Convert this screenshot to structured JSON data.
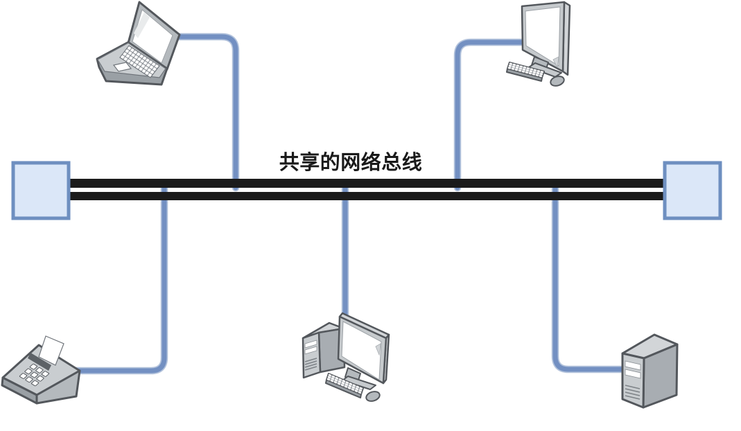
{
  "diagram": {
    "bus_label": "共享的网络总线",
    "bus": {
      "type": "shared-bus",
      "segments": 2
    },
    "terminators": [
      {
        "icon": "bus-terminator",
        "position": "left"
      },
      {
        "icon": "bus-terminator",
        "position": "right"
      }
    ],
    "nodes": [
      {
        "icon": "laptop-icon",
        "position": "top-left"
      },
      {
        "icon": "desktop-monitor-icon",
        "position": "top-right"
      },
      {
        "icon": "fax-machine-icon",
        "position": "bottom-left"
      },
      {
        "icon": "desktop-computer-icon",
        "position": "bottom-center"
      },
      {
        "icon": "server-tower-icon",
        "position": "bottom-right"
      }
    ],
    "connections": [
      "laptop-to-bus",
      "desktop-monitor-to-bus",
      "fax-machine-to-bus",
      "desktop-computer-to-bus",
      "server-tower-to-bus"
    ]
  },
  "colors": {
    "bus": "#1b1b1b",
    "cable": "#7390c2",
    "cable_halo": "#b3c3dc",
    "terminator_fill": "#dbe7f8",
    "terminator_border": "#6e8fc0",
    "device_body": "#c6cacd",
    "device_shadow": "#9aa0a5",
    "device_outline": "#53575c",
    "screen": "#ffffff",
    "label": "#1a1a1a"
  }
}
